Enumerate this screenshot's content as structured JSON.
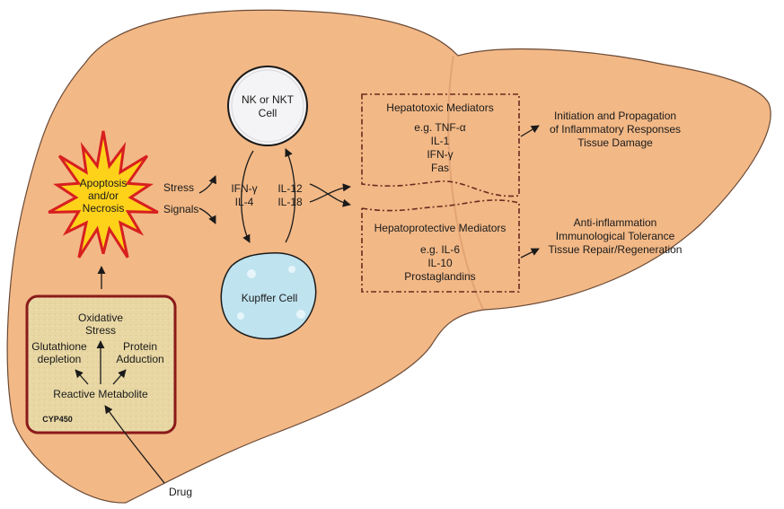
{
  "colors": {
    "liver": "#f2b886",
    "liver_edge": "#6b4a36",
    "starburst_fill": "#ffd21a",
    "starburst_edge": "#d81f1f",
    "box_border": "#8b1a1a",
    "parchment": "#e8d7a3",
    "nk_cell": "#f4f4f6",
    "kupffer_cell": "#bfe3ef"
  },
  "apoptosis": {
    "line1": "Apoptosis",
    "line2": "and/or",
    "line3": "Necrosis"
  },
  "stress": {
    "line1": "Stress",
    "line2": "Signals"
  },
  "nk_cell": {
    "line1": "NK or NKT",
    "line2": "Cell"
  },
  "kupffer_cell": {
    "label": "Kupffer Cell"
  },
  "cytokines_down": {
    "line1": "IFN-γ",
    "line2": "IL-4"
  },
  "cytokines_up": {
    "line1": "IL-12",
    "line2": "IL-18"
  },
  "hepatotoxic": {
    "title": "Hepatotoxic Mediators",
    "items": [
      "e.g. TNF-α",
      "IL-1",
      "IFN-γ",
      "Fas"
    ]
  },
  "hepatoprotective": {
    "title": "Hepatoprotective Mediators",
    "items": [
      "e.g. IL-6",
      "IL-10",
      "Prostaglandins"
    ]
  },
  "outcome_toxic": {
    "line1": "Initiation and Propagation",
    "line2": "of Inflammatory Responses",
    "line3": "Tissue Damage"
  },
  "outcome_protective": {
    "line1": "Anti-inflammation",
    "line2": "Immunological Tolerance",
    "line3": "Tissue Repair/Regeneration"
  },
  "metabolism": {
    "oxidative_line1": "Oxidative",
    "oxidative_line2": "Stress",
    "glutathione_line1": "Glutathione",
    "glutathione_line2": "depletion",
    "protein_line1": "Protein",
    "protein_line2": "Adduction",
    "reactive": "Reactive Metabolite",
    "cyp": "CYP450"
  },
  "drug": {
    "label": "Drug"
  }
}
